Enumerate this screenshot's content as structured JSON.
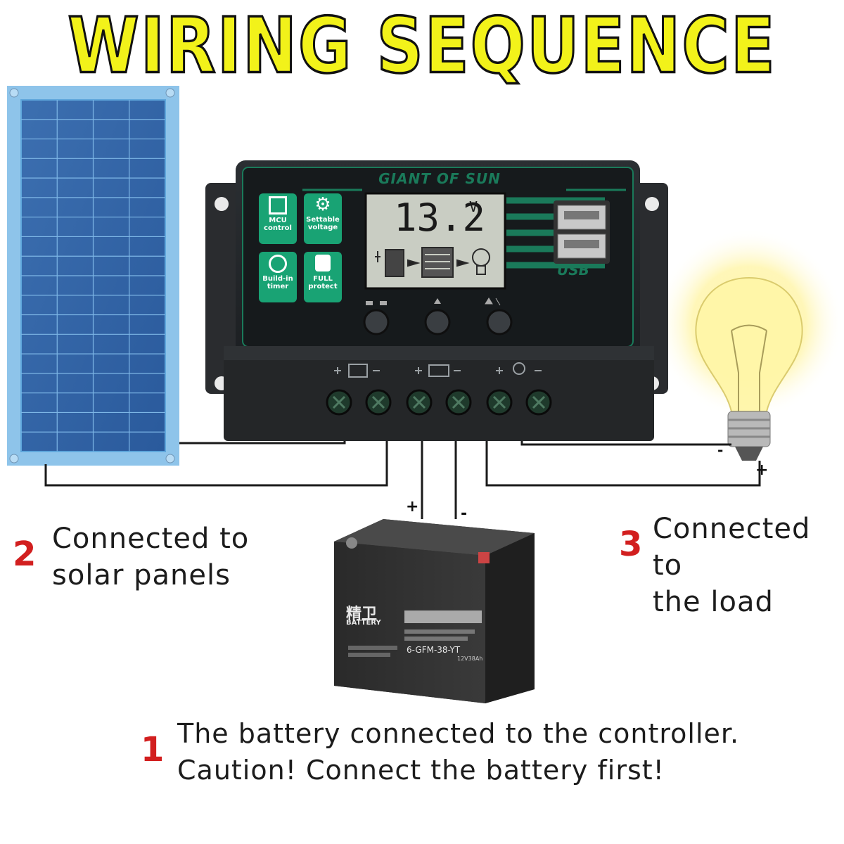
{
  "title": "WIRING SEQUENCE",
  "controller": {
    "brand": "GIANT OF SUN",
    "display_voltage": "13.2",
    "display_unit": "V",
    "badges": [
      {
        "label_1": "MCU",
        "label_2": "control",
        "icon": "chip-icon"
      },
      {
        "label_1": "Settable",
        "label_2": "voltage",
        "icon": "gear-icon"
      },
      {
        "label_1": "Build-in",
        "label_2": "timer",
        "icon": "clock-icon"
      },
      {
        "label_1": "FULL",
        "label_2": "protect",
        "icon": "lock-icon"
      }
    ],
    "usb_label": "USB"
  },
  "battery": {
    "brand_cn": "精卫",
    "brand_en": "BATTERY",
    "model": "6-GFM-38-YT",
    "spec": "12V38Ah"
  },
  "polarity": {
    "plus": "+",
    "minus": "-"
  },
  "steps": [
    {
      "number": "1",
      "line_1": "The battery connected to the controller.",
      "line_2": "Caution! Connect the battery first!"
    },
    {
      "number": "2",
      "line_1": "Connected to",
      "line_2": "solar panels"
    },
    {
      "number": "3",
      "line_1": "Connected to",
      "line_2": "the load"
    }
  ],
  "colors": {
    "title_fill": "#f2f21a",
    "accent_green": "#1a7a5a",
    "step_number": "#d21f1f"
  }
}
